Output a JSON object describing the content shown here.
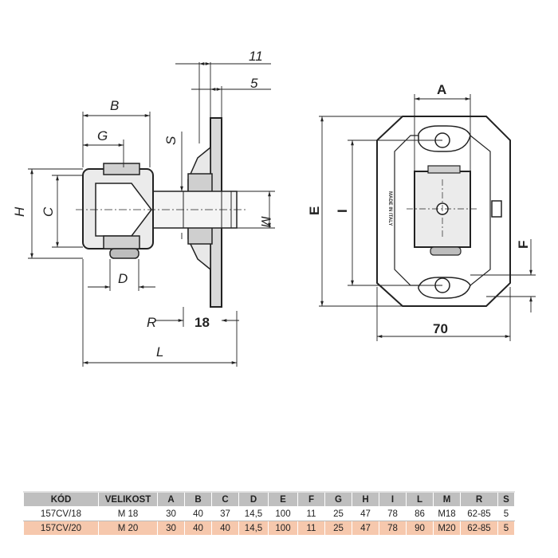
{
  "drawing": {
    "labels": {
      "B": "B",
      "G": "G",
      "S": "S",
      "H": "H",
      "C": "C",
      "D": "D",
      "M": "M",
      "R": "R",
      "L": "L",
      "d11": "11",
      "d5": "5",
      "d18": "18",
      "A": "A",
      "E": "E",
      "I": "I",
      "F": "F",
      "d70": "70"
    },
    "plate_text": "MADE IN ITALY"
  },
  "table": {
    "headers": [
      "KÓD",
      "VELIKOST",
      "A",
      "B",
      "C",
      "D",
      "E",
      "F",
      "G",
      "H",
      "I",
      "L",
      "M",
      "R",
      "S"
    ],
    "rows": [
      [
        "157CV/18",
        "M 18",
        "30",
        "40",
        "37",
        "14,5",
        "100",
        "11",
        "25",
        "47",
        "78",
        "86",
        "M18",
        "62-85",
        "5"
      ],
      [
        "157CV/20",
        "M 20",
        "30",
        "40",
        "40",
        "14,5",
        "100",
        "11",
        "25",
        "47",
        "78",
        "90",
        "M20",
        "62-85",
        "5"
      ]
    ],
    "colors": {
      "header": "#bfbfbf",
      "highlight_row": "#f6c8ad"
    }
  }
}
